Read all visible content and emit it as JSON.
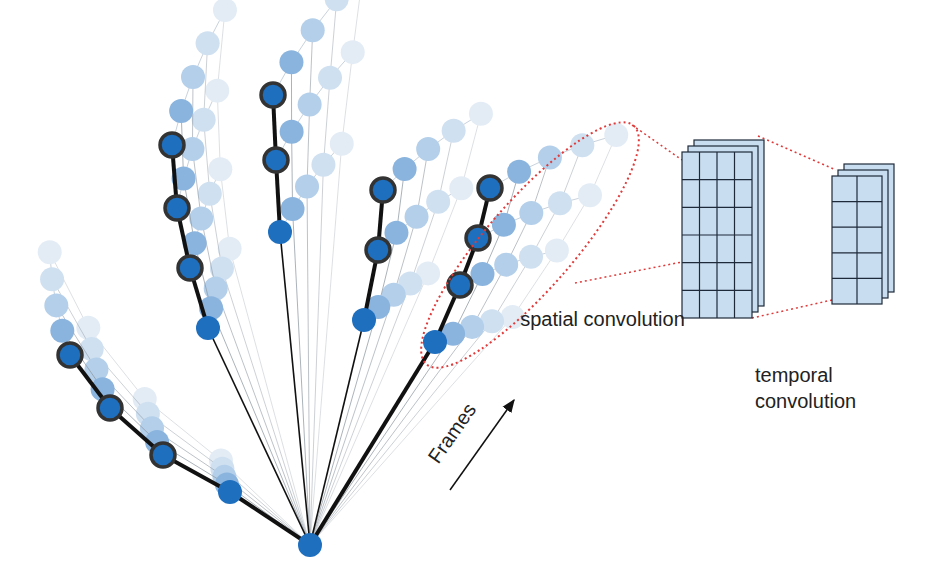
{
  "diagram": {
    "labels": [
      "spatial convolution",
      "temporal convolution",
      "Frames"
    ]
  }
}
